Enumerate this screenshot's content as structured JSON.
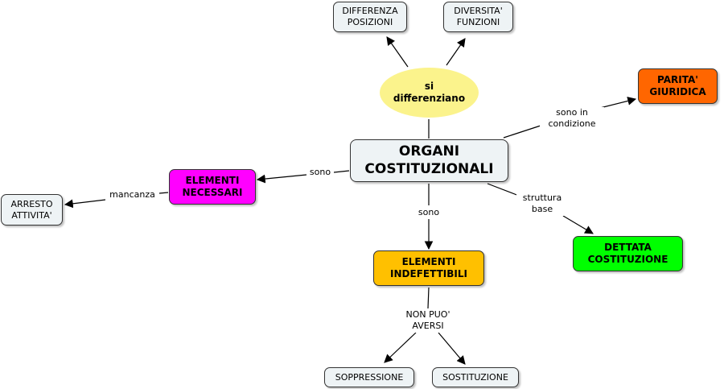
{
  "colors": {
    "plain_node": "#eef3f5",
    "ellipse_node": "#fbf38c",
    "orange_node": "#ff6600",
    "magenta_node": "#ff00ff",
    "amber_node": "#ffc000",
    "green_node": "#00ff00",
    "line": "#000000"
  },
  "nodes": {
    "differenza_posizioni": "DIFFERENZA\nPOSIZIONI",
    "diversita_funzioni": "DIVERSITA'\nFUNZIONI",
    "si_differenziano": "si\ndifferenziano",
    "parita_giuridica": "PARITA'\nGIURIDICA",
    "organi_costituzionali": "ORGANI\nCOSTITUZIONALI",
    "elementi_necessari": "ELEMENTI\nNECESSARI",
    "arresto_attivita": "ARRESTO\nATTIVITA'",
    "dettata_costituzione": "DETTATA\nCOSTITUZIONE",
    "elementi_indefettibili": "ELEMENTI\nINDEFETTIBILI",
    "soppressione": "SOPPRESSIONE",
    "sostituzione": "SOSTITUZIONE"
  },
  "links": {
    "sono_in_condizione": "sono in\ncondizione",
    "sono_left": "sono",
    "mancanza": "mancanza",
    "sono_down": "sono",
    "struttura_base": "struttura\nbase",
    "non_puo_aversi": "NON PUO'\nAVERSI"
  }
}
